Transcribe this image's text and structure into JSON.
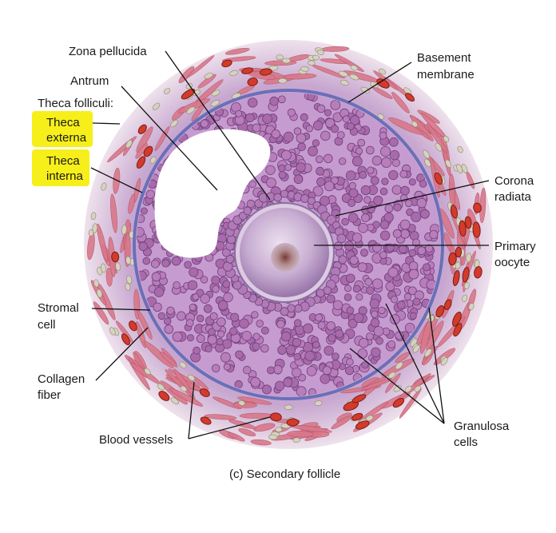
{
  "labels": {
    "zona_pellucida": "Zona pellucida",
    "antrum": "Antrum",
    "theca_folliculi": "Theca folliculi:",
    "theca_externa_1": "Theca",
    "theca_externa_2": "externa",
    "theca_interna_1": "Theca",
    "theca_interna_2": "interna",
    "basement_membrane_1": "Basement",
    "basement_membrane_2": "membrane",
    "corona_radiata_1": "Corona",
    "corona_radiata_2": "radiata",
    "primary_oocyte_1": "Primary",
    "primary_oocyte_2": "oocyte",
    "stromal_cell_1": "Stromal",
    "stromal_cell_2": "cell",
    "collagen_fiber_1": "Collagen",
    "collagen_fiber_2": "fiber",
    "blood_vessels": "Blood vessels",
    "granulosa_cells_1": "Granulosa",
    "granulosa_cells_2": "cells"
  },
  "caption": "(c) Secondary follicle",
  "colors": {
    "highlight": "#f7ef1a",
    "theca_outer": "#e9d8e4",
    "theca_inner": "#c9a9cf",
    "basement": "#6a6fb8",
    "granulosa_bg": "#b88cc4",
    "granulosa_cell": "#a86aaa",
    "granulosa_dark": "#6d3f7a",
    "oocyte": "#c5a9cd",
    "zona": "#d9c7e0",
    "nucleus": "#a08088",
    "vessel": "#d23b2c",
    "fiber": "#d9788a",
    "stromal": "#d6d2c0"
  }
}
